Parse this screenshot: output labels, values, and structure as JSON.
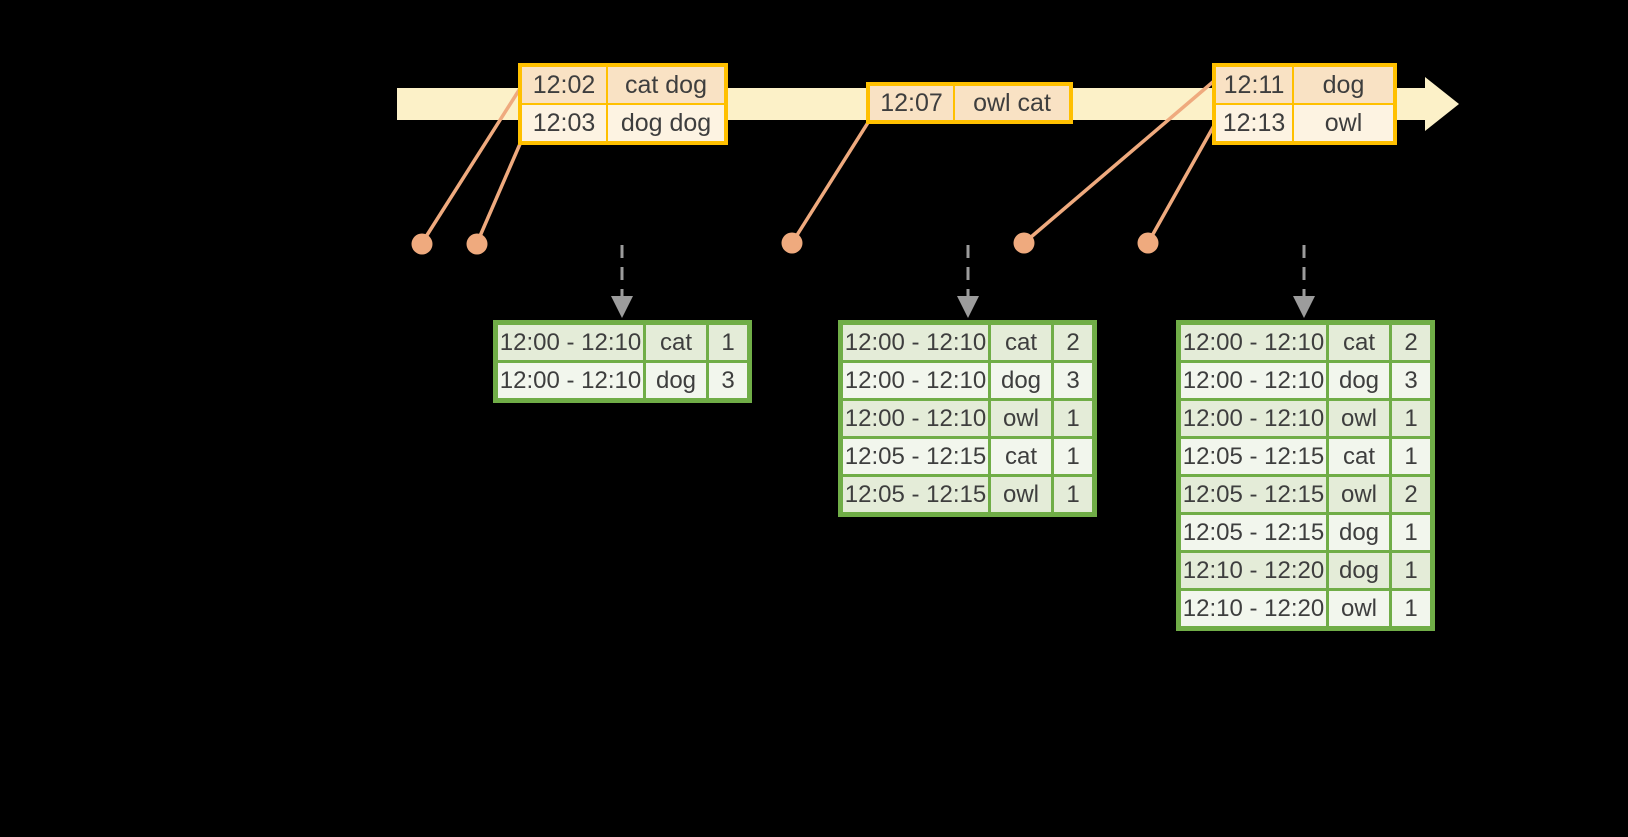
{
  "timeline": {
    "records": [
      {
        "rows": [
          {
            "time": "12:02",
            "words": "cat dog"
          },
          {
            "time": "12:03",
            "words": "dog dog"
          }
        ]
      },
      {
        "rows": [
          {
            "time": "12:07",
            "words": "owl cat"
          }
        ]
      },
      {
        "rows": [
          {
            "time": "12:11",
            "words": "dog"
          },
          {
            "time": "12:13",
            "words": "owl"
          }
        ]
      }
    ]
  },
  "result_tables": [
    {
      "rows": [
        {
          "window": "12:00 - 12:10",
          "word": "cat",
          "count": "1"
        },
        {
          "window": "12:00 - 12:10",
          "word": "dog",
          "count": "3"
        }
      ]
    },
    {
      "rows": [
        {
          "window": "12:00 - 12:10",
          "word": "cat",
          "count": "2"
        },
        {
          "window": "12:00 - 12:10",
          "word": "dog",
          "count": "3"
        },
        {
          "window": "12:00 - 12:10",
          "word": "owl",
          "count": "1"
        },
        {
          "window": "12:05 - 12:15",
          "word": "cat",
          "count": "1"
        },
        {
          "window": "12:05 - 12:15",
          "word": "owl",
          "count": "1"
        }
      ]
    },
    {
      "rows": [
        {
          "window": "12:00 - 12:10",
          "word": "cat",
          "count": "2"
        },
        {
          "window": "12:00 - 12:10",
          "word": "dog",
          "count": "3"
        },
        {
          "window": "12:00 - 12:10",
          "word": "owl",
          "count": "1"
        },
        {
          "window": "12:05 - 12:15",
          "word": "cat",
          "count": "1"
        },
        {
          "window": "12:05 - 12:15",
          "word": "owl",
          "count": "2"
        },
        {
          "window": "12:05 - 12:15",
          "word": "dog",
          "count": "1"
        },
        {
          "window": "12:10 - 12:20",
          "word": "dog",
          "count": "1"
        },
        {
          "window": "12:10 - 12:20",
          "word": "owl",
          "count": "1"
        }
      ]
    }
  ],
  "colors": {
    "background": "#000000",
    "timeline_fill": "#FCF1C8",
    "record_border": "#FFC000",
    "record_row_dark": "#F9E2C4",
    "record_row_light": "#FDF3E2",
    "table_border": "#70AD47",
    "table_row_dark": "#E4ECD8",
    "table_row_light": "#F2F6ED",
    "connector": "#EFAA7E",
    "trigger_arrow": "#9C9C9C",
    "text": "#3E3E3E"
  }
}
